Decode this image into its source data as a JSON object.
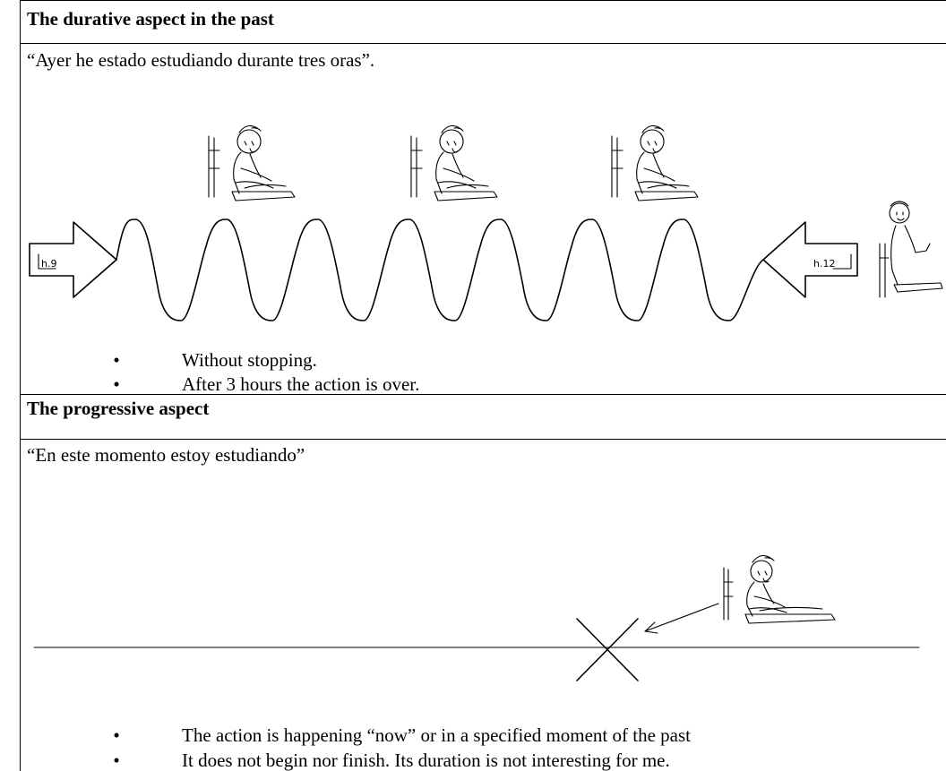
{
  "section1": {
    "heading": "The durative aspect in the past",
    "quote": "“Ayer he estado estudiando durante tres oras”.",
    "start_label": "h.9",
    "end_label": "h.12",
    "bullets": [
      "Without stopping.",
      "After 3 hours the action is over."
    ]
  },
  "section2": {
    "heading": "The progressive aspect",
    "quote": "“En este momento estoy estudiando”",
    "bullets": [
      "The action is happening “now” or in a specified moment of the past",
      "It does not begin nor finish. Its duration is not interesting for me."
    ]
  },
  "bullet_glyph": "•"
}
